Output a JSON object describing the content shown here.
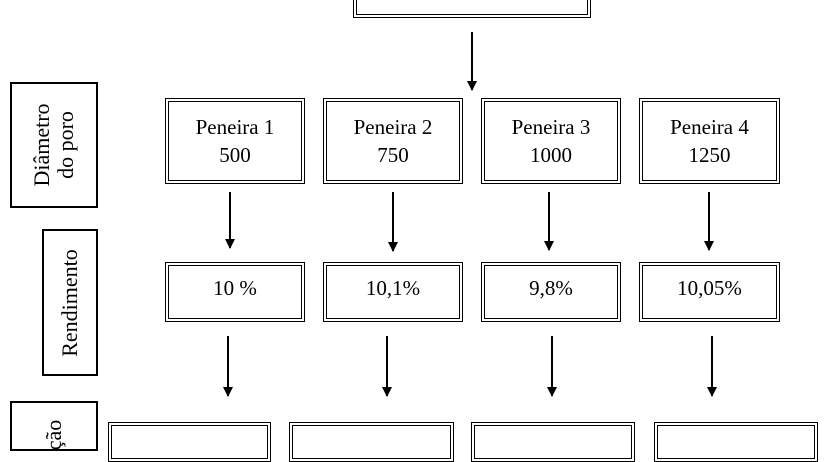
{
  "side_labels": {
    "diameter": [
      "Diâmetro",
      "do poro"
    ],
    "yield": "Rendimento",
    "third": "ção"
  },
  "sieves": [
    {
      "name": "Peneira 1",
      "size": "500"
    },
    {
      "name": "Peneira 2",
      "size": "750"
    },
    {
      "name": "Peneira 3",
      "size": "1000"
    },
    {
      "name": "Peneira 4",
      "size": "1250"
    }
  ],
  "yields": [
    "10 %",
    "10,1%",
    "9,8%",
    "10,05%"
  ],
  "colors": {
    "stroke": "#000000",
    "background": "#ffffff"
  }
}
